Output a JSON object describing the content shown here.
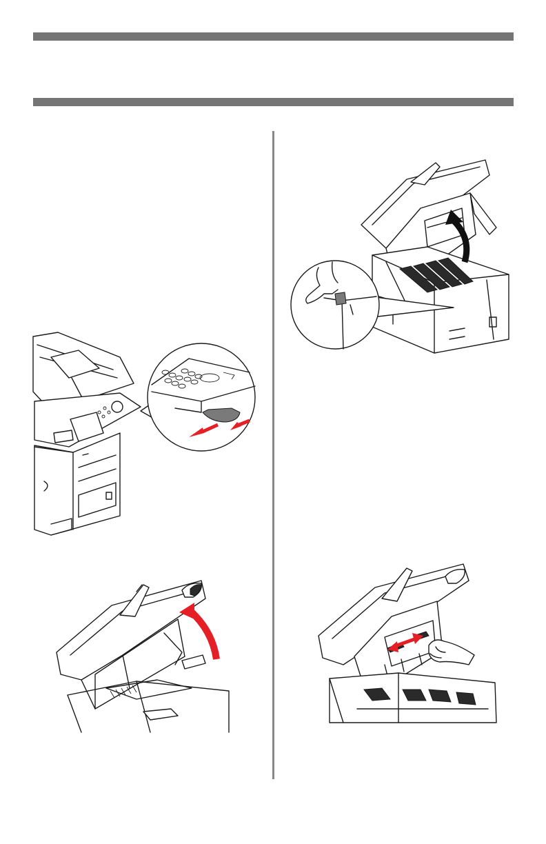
{
  "page": {
    "background": "#ffffff",
    "rule_color": "#757575",
    "divider_color": "#888888",
    "arrow_red": "#e41f26",
    "arrow_black": "#111111"
  },
  "figures": [
    {
      "id": "fig-release-button",
      "icon": "printer-release-button"
    },
    {
      "id": "fig-scanner-open",
      "icon": "printer-scanner-lift"
    },
    {
      "id": "fig-top-cover-release",
      "icon": "printer-top-cover-open"
    },
    {
      "id": "fig-top-cover-slide",
      "icon": "printer-top-cover-slide"
    }
  ]
}
